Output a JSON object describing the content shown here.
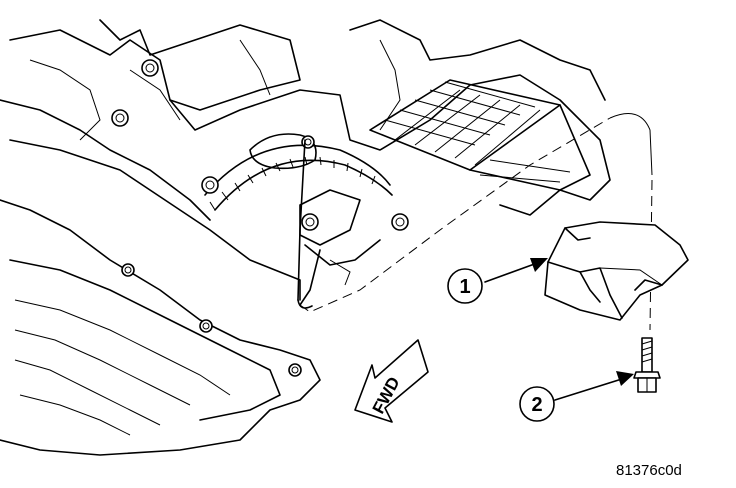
{
  "callouts": [
    {
      "number": "1"
    },
    {
      "number": "2"
    }
  ],
  "direction_label": "FWD",
  "figure_code": "81376c0d",
  "colors": {
    "ink": "#000000",
    "background": "#ffffff"
  }
}
